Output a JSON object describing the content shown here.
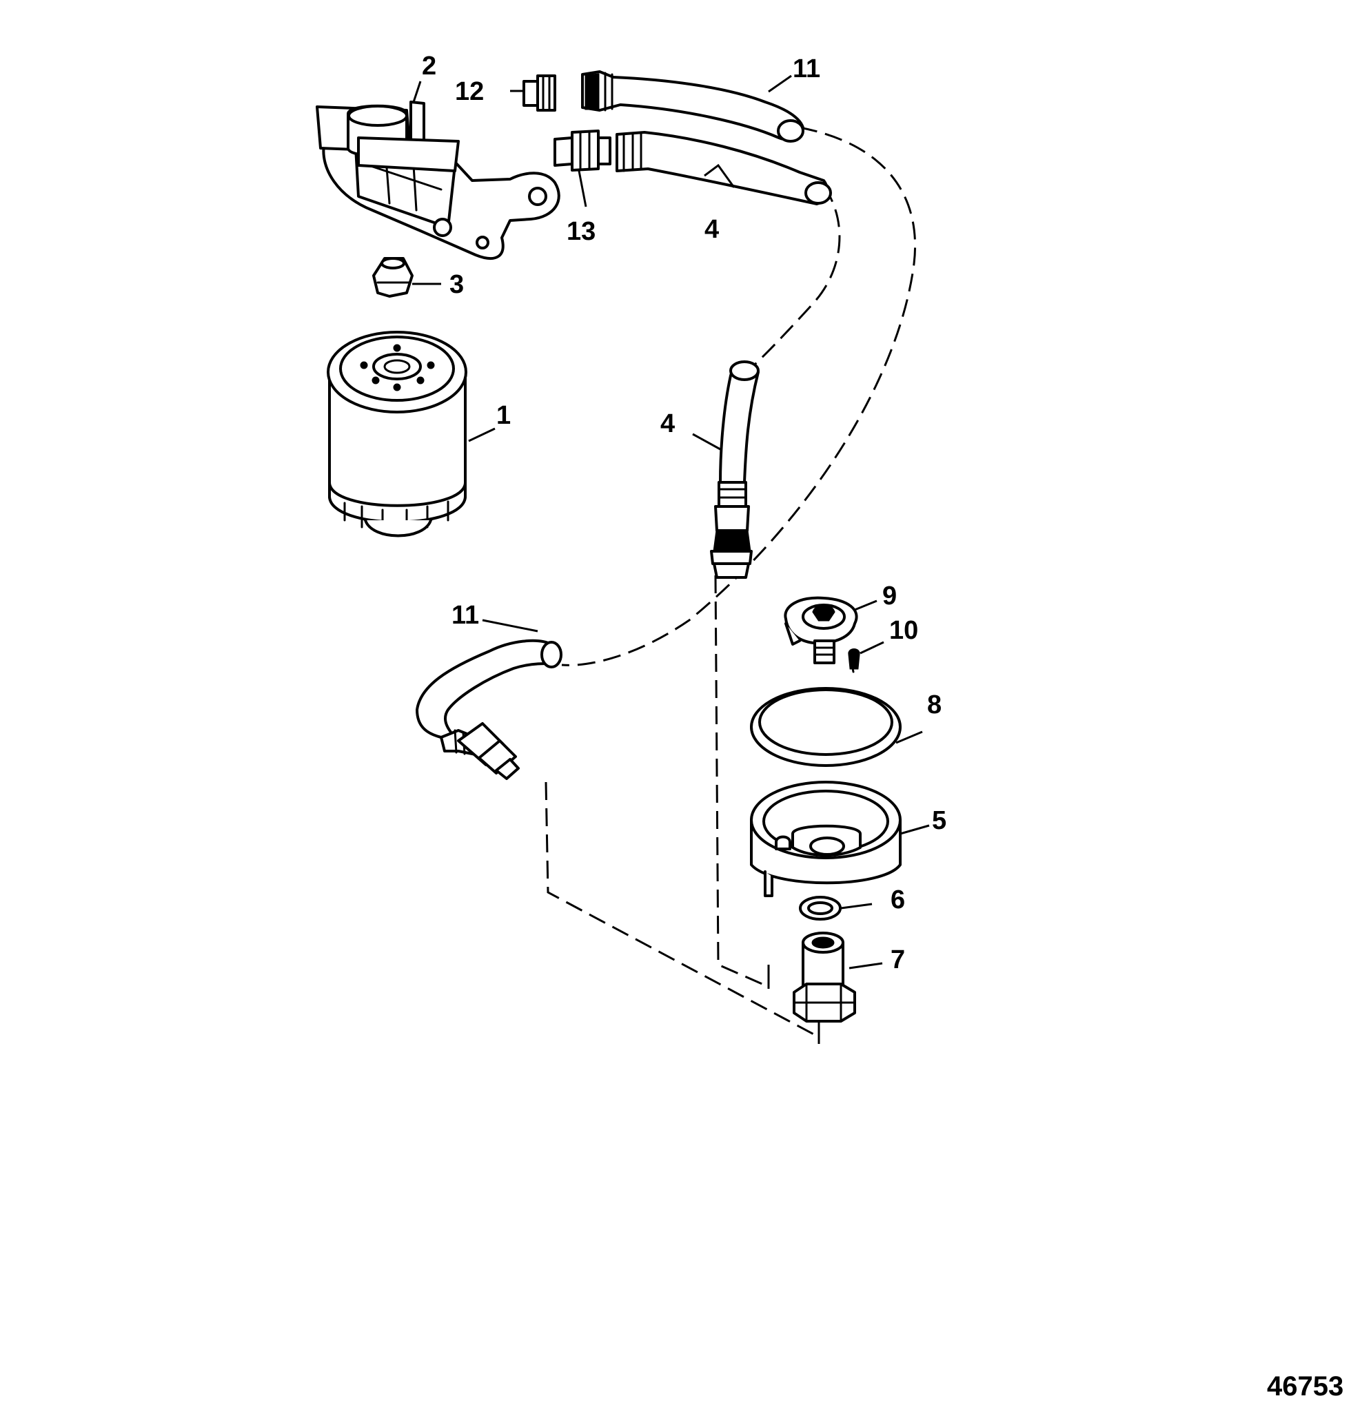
{
  "callouts": {
    "c1": "1",
    "c2": "2",
    "c3": "3",
    "c4a": "4",
    "c4b": "4",
    "c5": "5",
    "c6": "6",
    "c7": "7",
    "c8": "8",
    "c9": "9",
    "c10": "10",
    "c11a": "11",
    "c11b": "11",
    "c12": "12",
    "c13": "13"
  },
  "figure_number": "46753"
}
